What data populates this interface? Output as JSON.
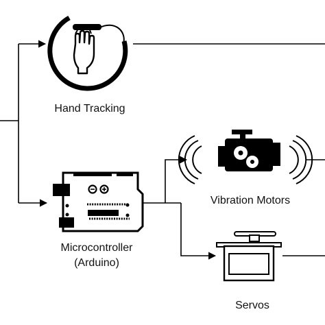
{
  "nodes": {
    "hand_tracking": {
      "label": "Hand Tracking",
      "icon": "hand-tracking-icon"
    },
    "microcontroller": {
      "label_line1": "Microcontroller",
      "label_line2": "(Arduino)",
      "icon": "arduino-board-icon"
    },
    "vibration_motors": {
      "label": "Vibration Motors",
      "icon": "engine-vibration-icon"
    },
    "servos": {
      "label": "Servos",
      "icon": "servo-motor-icon"
    }
  },
  "colors": {
    "line": "#000000",
    "background": "#ffffff"
  }
}
